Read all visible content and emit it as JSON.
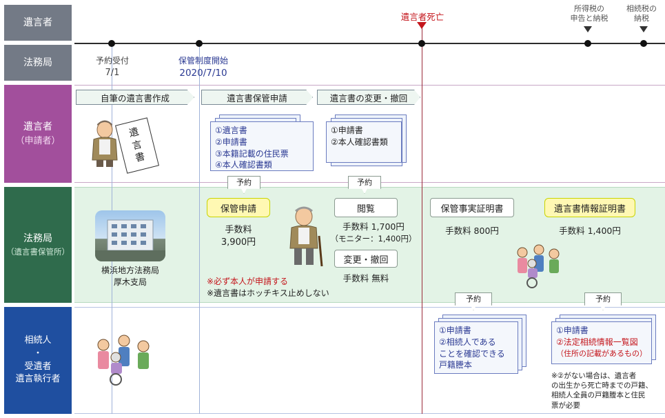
{
  "rows": {
    "r1": "遺言者",
    "r2": "法務局",
    "r3": [
      "遺言者",
      "（申請者）"
    ],
    "r4": [
      "法務局",
      "（遺言書保管所）"
    ],
    "r5": [
      "相続人",
      "・",
      "受遺者",
      "遺言執行者"
    ]
  },
  "timeline": {
    "death": "遺言者死亡",
    "tax1": [
      "所得税の",
      "申告と納税"
    ],
    "tax2": [
      "相続税の",
      "納税"
    ],
    "reserve_start": "予約受付",
    "reserve_date": "7/1",
    "system_start": "保管制度開始",
    "system_date": "2020/7/10"
  },
  "stage": {
    "create": "自筆の遺言書作成",
    "apply": "遺言書保管申請",
    "change": "遺言書の変更・撤回"
  },
  "will_card": [
    "遺",
    "言",
    "書"
  ],
  "apply_docs": [
    "①遺言書",
    "②申請書",
    "③本籍記載の住民票",
    "④本人確認書類"
  ],
  "change_docs": [
    "①申請書",
    "②本人確認書類"
  ],
  "yoyaku": "予約",
  "office": {
    "name": "横浜地方法務局",
    "branch": "厚木支局"
  },
  "hokan": {
    "label": "保管申請",
    "fee_label": "手数料",
    "fee": "3,900円"
  },
  "etsuran": {
    "label": "閲覧",
    "fee": "手数料 1,700円",
    "monitor": "（モニター：1,400円）"
  },
  "henko": {
    "label": "変更・撤回",
    "fee": "手数料 無料"
  },
  "notes": [
    "※必ず本人が申請する",
    "※遺言書はホッチキス止めしない"
  ],
  "jijitsu": {
    "label": "保管事実証明書",
    "fee": "手数料 800円"
  },
  "joho": {
    "label": "遺言書情報証明書",
    "fee": "手数料 1,400円"
  },
  "heir_docs1": [
    "①申請書",
    "②相続人である",
    "ことを確認できる",
    "戸籍謄本"
  ],
  "heir_docs2": [
    "①申請書",
    "②法定相続情報一覧図",
    "（住所の記載があるもの）"
  ],
  "footnote": [
    "※②がない場合は、遺言者",
    "の出生から死亡時までの戸籍、",
    "相続人全員の戸籍謄本と住民",
    "票が必要"
  ],
  "colors": {
    "gray": "#737a86",
    "purple": "#a24f9c",
    "green": "#2f6b4c",
    "blue": "#1f4fa0",
    "accent_red": "#c4161c",
    "band_green": "#e3f3e6"
  }
}
